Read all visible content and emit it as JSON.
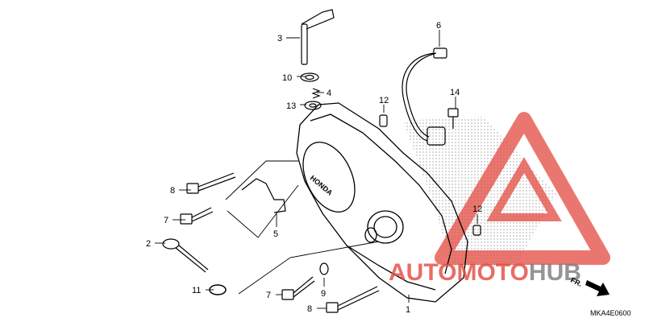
{
  "callouts": {
    "p1": "1",
    "p2": "2",
    "p3": "3",
    "p4": "4",
    "p5": "5",
    "p6": "6",
    "p7a": "7",
    "p7b": "7",
    "p8a": "8",
    "p8b": "8",
    "p9": "9",
    "p10": "10",
    "p11": "11",
    "p12a": "12",
    "p12b": "12",
    "p13": "13",
    "p14": "14"
  },
  "cover_brand": "HONDA",
  "watermark": {
    "part1": "AUTO",
    "part2": "MOTO",
    "part3": "HUB"
  },
  "direction": "FR.",
  "diagram_code": "MKA4E0600",
  "colors": {
    "watermark_red": "#e2493f",
    "watermark_gray": "#7a7a7a",
    "ink": "#000000"
  }
}
